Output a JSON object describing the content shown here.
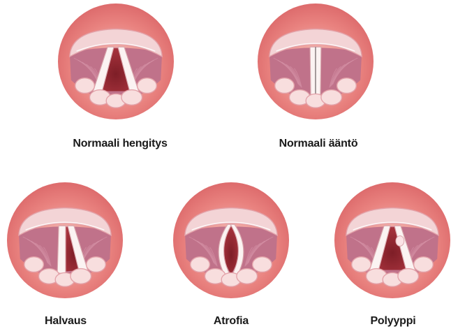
{
  "figure": {
    "items": [
      {
        "label": "Normaali hengitys",
        "state": "open"
      },
      {
        "label": "Normaali ääntö",
        "state": "closed"
      },
      {
        "label": "Halvaus",
        "state": "paralysis"
      },
      {
        "label": "Atrofia",
        "state": "atrophy"
      },
      {
        "label": "Polyyppi",
        "state": "polyp"
      }
    ],
    "colors": {
      "rim_outer": "#e9827f",
      "rim_inner": "#f6c9c3",
      "tissue": "#c0728a",
      "tissue_light": "#d898ab",
      "airway": "#a7333d",
      "airway_dark": "#7e1e27",
      "cord": "#fbf3f2",
      "cord_edge": "#d9a7ad",
      "cartilage": "#f8dede",
      "cartilage_edge": "#e3a2a9",
      "epiglottis": "#f3d4d6"
    }
  }
}
